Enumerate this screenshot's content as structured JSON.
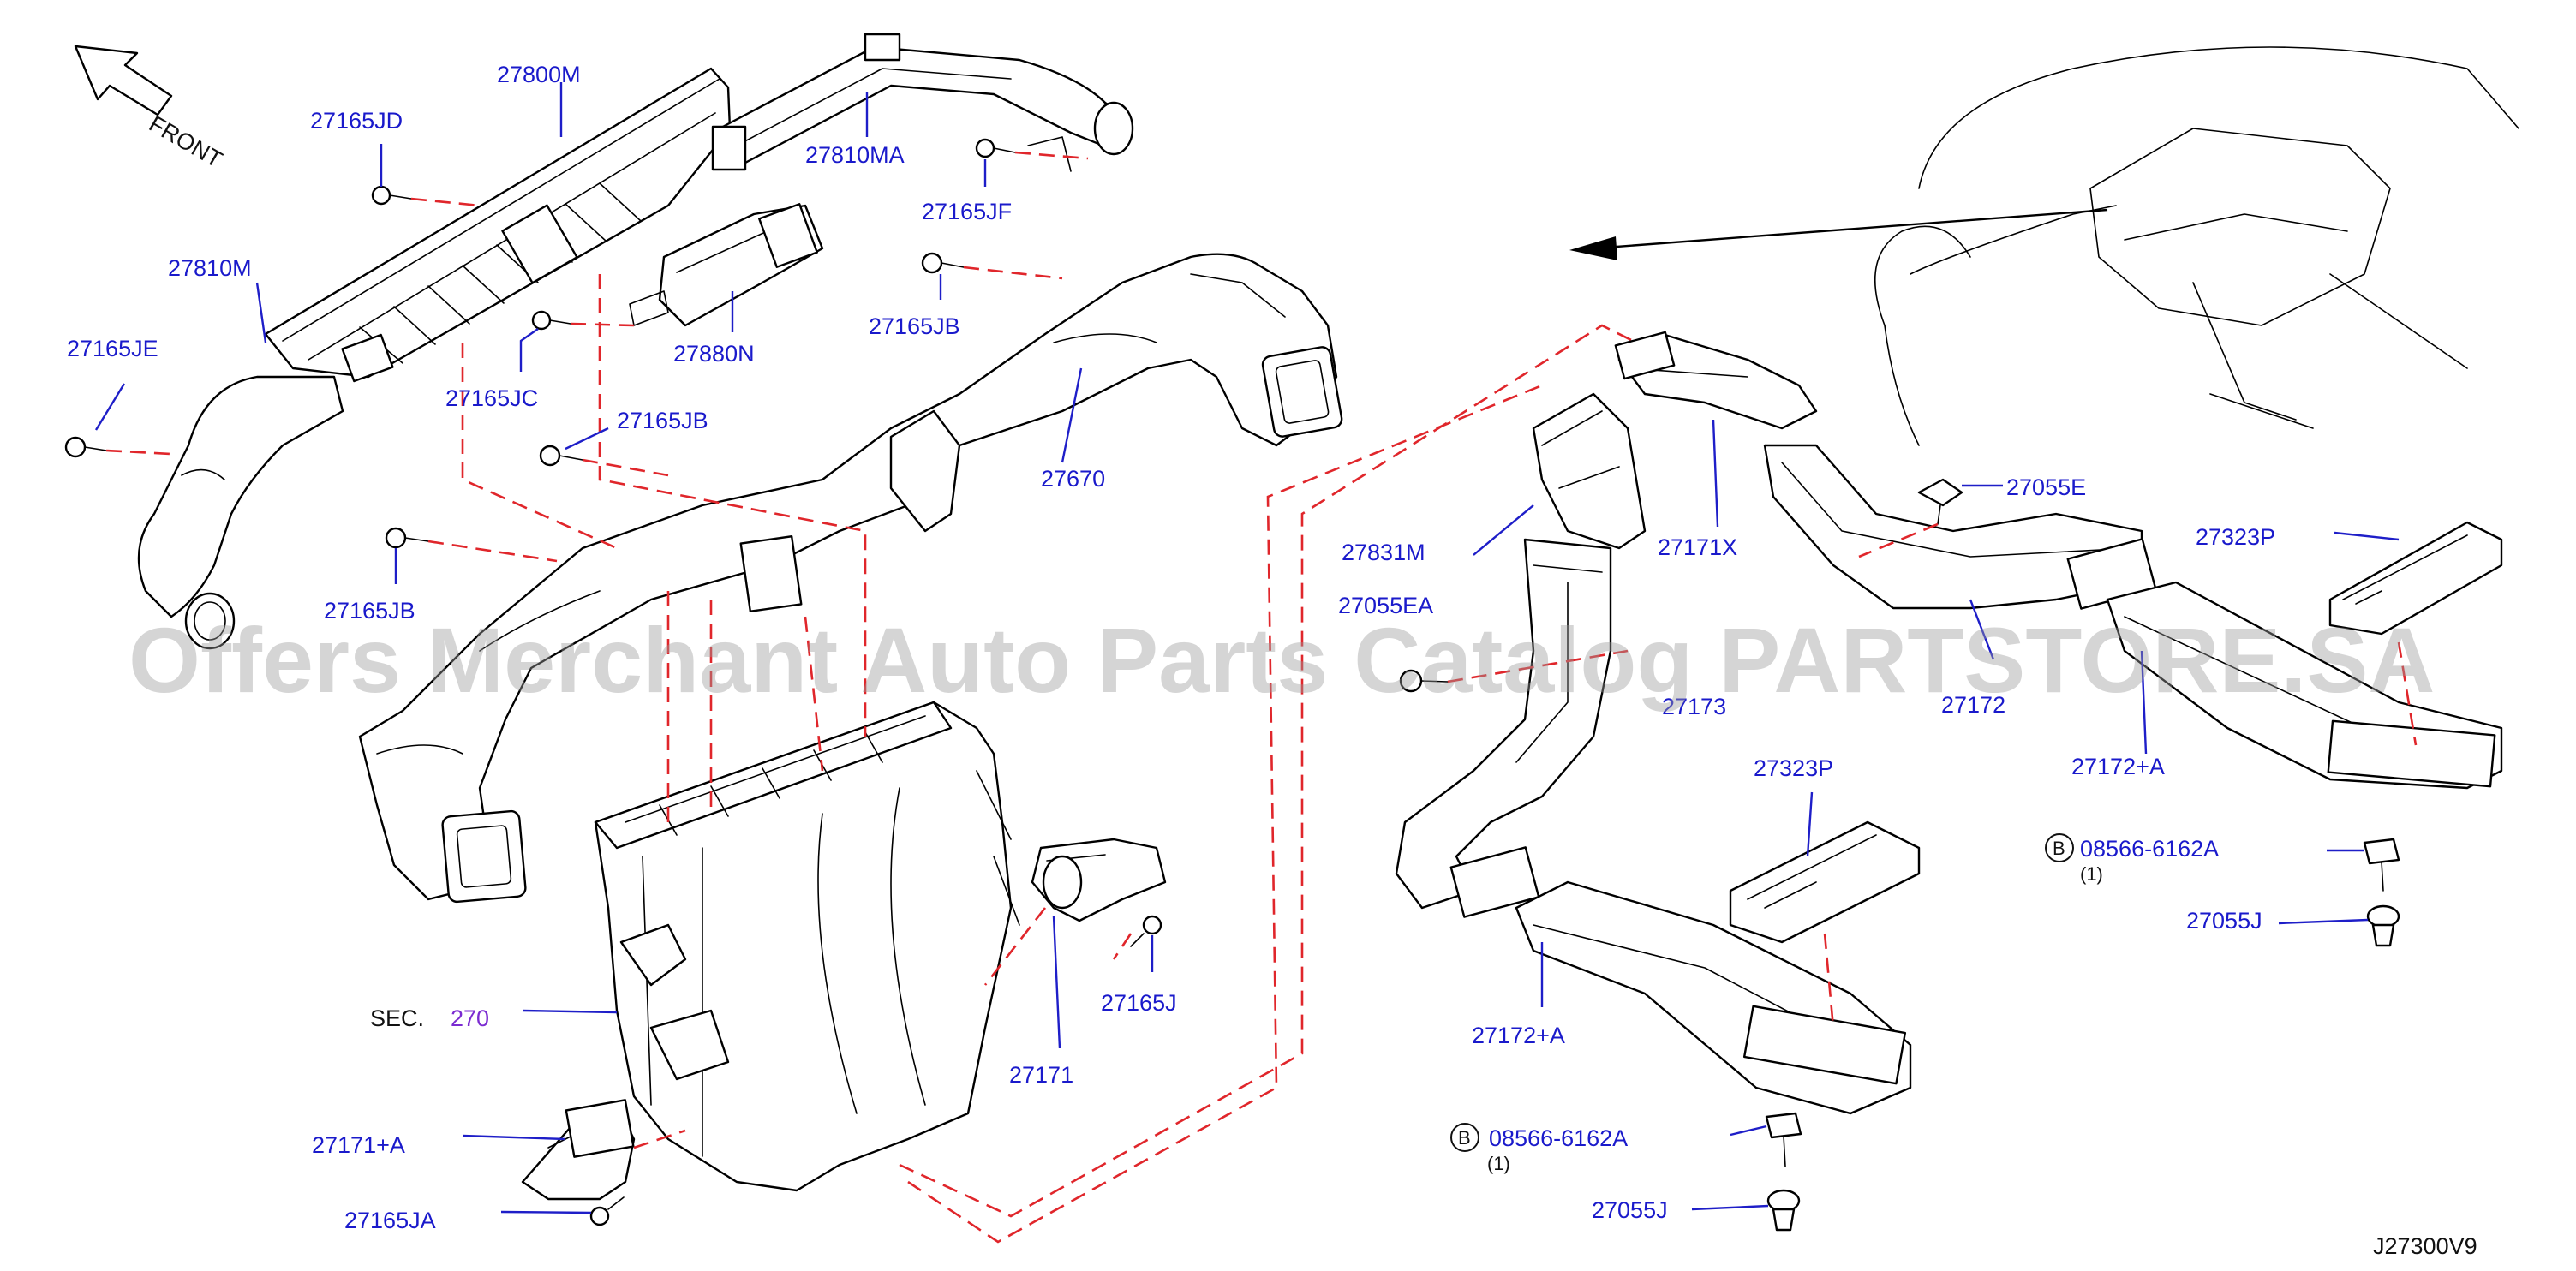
{
  "front_label": "FRONT",
  "watermark": "Offers Merchant Auto Parts Catalog PARTSTORE.SA",
  "diagram_code": "J27300V9",
  "section_ref": {
    "prefix": "SEC.",
    "number": "270"
  },
  "bolt_badge": "B",
  "parts": {
    "p27800M": "27800M",
    "p27165JD": "27165JD",
    "p27810MA": "27810MA",
    "p27165JF": "27165JF",
    "p27810M": "27810M",
    "p27165JE": "27165JE",
    "p27165JC": "27165JC",
    "p27880N": "27880N",
    "p27165JB_a": "27165JB",
    "p27165JB_b": "27165JB",
    "p27165JB_c": "27165JB",
    "p27670": "27670",
    "p27171": "27171",
    "p27165J": "27165J",
    "p27171A": "27171+A",
    "p27165JA": "27165JA",
    "p27831M": "27831M",
    "p27055EA": "27055EA",
    "p27173": "27173",
    "p27171X": "27171X",
    "p27055E": "27055E",
    "p27323P_a": "27323P",
    "p27323P_b": "27323P",
    "p27172": "27172",
    "p27172A_a": "27172+A",
    "p27172A_b": "27172+A",
    "p08566_a": "08566-6162A",
    "p08566_b": "08566-6162A",
    "qty_a": "(1)",
    "qty_b": "(1)",
    "p27055J_a": "27055J",
    "p27055J_b": "27055J"
  }
}
